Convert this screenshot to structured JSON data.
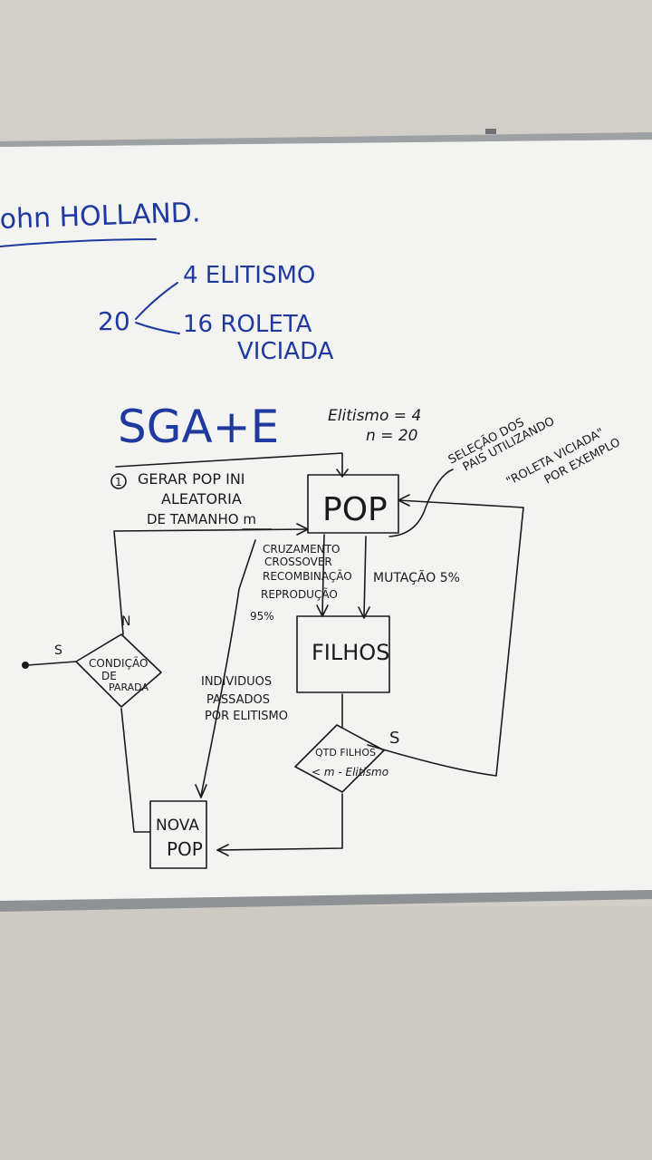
{
  "board": {
    "author": "ohn HOLLAND.",
    "split": {
      "total": "20",
      "elitism": "4 ELITISMO",
      "roulette_line1": "16 ROLETA",
      "roulette_line2": "VICIADA"
    },
    "sga_title": "SGA+E",
    "params": {
      "elitism": "Elitismo = 4",
      "n": "n = 20"
    },
    "step1": {
      "marker": "1",
      "line1": "GERAR POP INI",
      "line2": "ALEATORIA",
      "line3": "DE TAMANHO m"
    },
    "pop_box": "POP",
    "selection_note": [
      "SELEÇÃO DOS",
      "PAIS UTILIZANDO",
      "\"ROLETA VICIADA\"",
      "POR EXEMPLO"
    ],
    "crossover_note": [
      "CRUZAMENTO",
      "CROSSOVER",
      "RECOMBINAÇÃO",
      "REPRODUÇÃO",
      "95%"
    ],
    "mutation_note": "MUTAÇÃO 5%",
    "filhos_box": "FILHOS",
    "stop_condition": {
      "line1": "CONDIÇÃO",
      "line2": "DE",
      "line3": "PARADA",
      "yes": "S",
      "no": "N"
    },
    "elitism_note": [
      "INDIVIDUOS",
      "PASSADOS",
      "POR ELITISMO"
    ],
    "qty_check": {
      "line1": "QTD FILHOS",
      "line2": "< m - Elitismo",
      "yes": "S"
    },
    "nova_pop": [
      "NOVA",
      "POP"
    ]
  },
  "colors": {
    "marker_blue": "#1f3a9e",
    "marker_black": "#1a1a1a",
    "board_white": "#f3f3f1",
    "frame": "#a9abad"
  }
}
